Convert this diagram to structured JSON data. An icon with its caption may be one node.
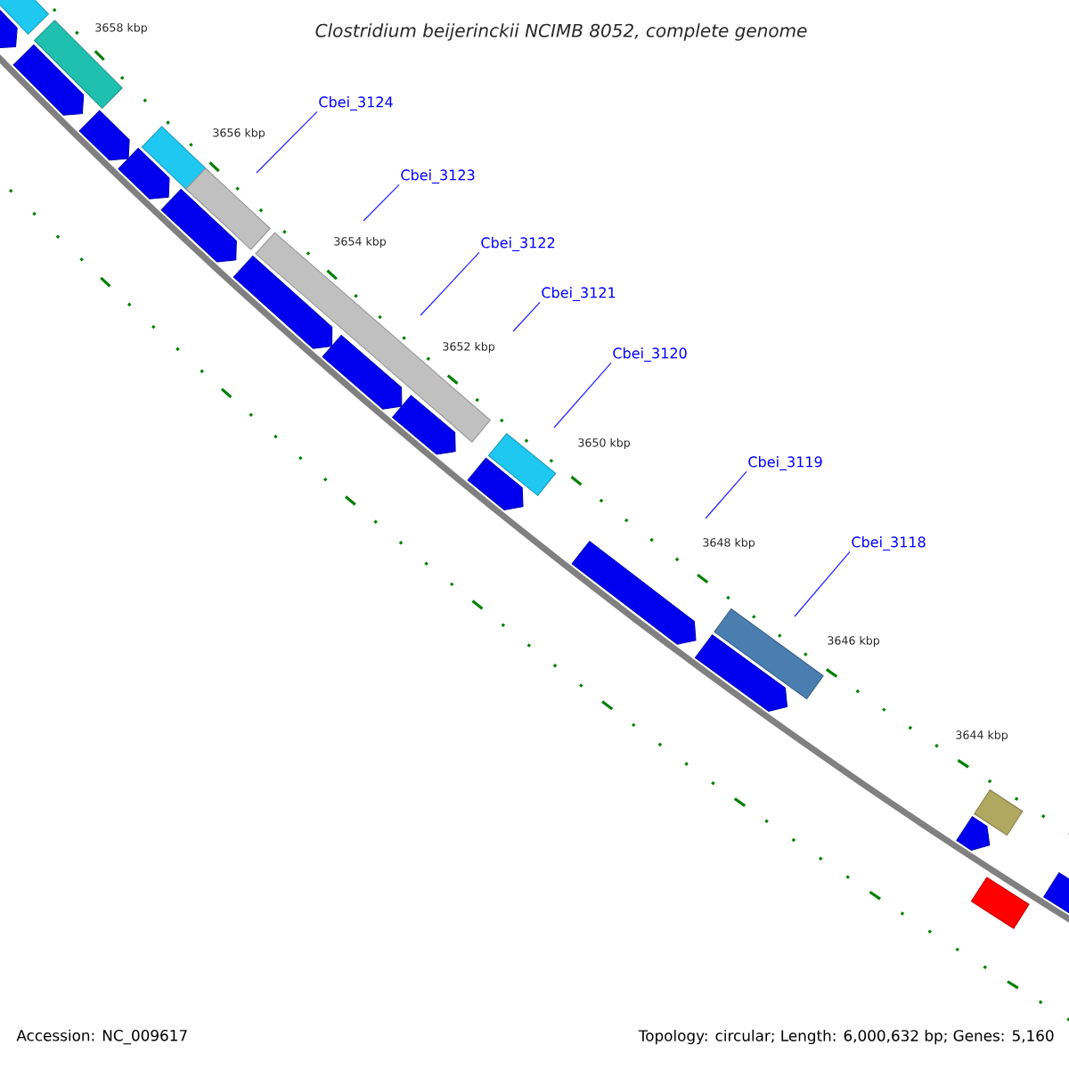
{
  "diagram": {
    "title": "Clostridium beijerinckii NCIMB 8052, complete genome",
    "nodes": [
      {
        "text": [
          "Cbei_3124"
        ]
      },
      {
        "text": [
          "Cbei_3123"
        ]
      },
      {
        "text": [
          "Cbei_3122"
        ]
      },
      {
        "text": [
          "Cbei_3121"
        ]
      },
      {
        "text": [
          "Cbei_3120"
        ]
      },
      {
        "text": [
          "Cbei_3119"
        ]
      },
      {
        "text": [
          "Cbei_3118"
        ]
      },
      {
        "text": [],
        "shape": "box"
      },
      {
        "text": [],
        "shape": "arrow"
      },
      {
        "text": [],
        "shape": "box"
      },
      {
        "text": [],
        "shape": "arrow"
      },
      {
        "text": [],
        "shape": "arrow"
      },
      {
        "text": [],
        "shape": "arrow"
      },
      {
        "text": [],
        "shape": "box"
      },
      {
        "text": [],
        "shape": "arrow"
      },
      {
        "text": [],
        "shape": "box"
      },
      {
        "text": [],
        "shape": "arrow"
      },
      {
        "text": [],
        "shape": "box"
      },
      {
        "text": [],
        "shape": "arrow"
      },
      {
        "text": [],
        "shape": "arrow"
      },
      {
        "text": [],
        "shape": "arrow"
      },
      {
        "text": [],
        "shape": "box"
      },
      {
        "text": [],
        "shape": "arrow"
      },
      {
        "text": [],
        "shape": "arrow"
      },
      {
        "text": [],
        "shape": "box"
      },
      {
        "text": [],
        "shape": "arrow"
      },
      {
        "text": [],
        "shape": "box"
      },
      {
        "text": [],
        "shape": "box"
      },
      {
        "text": [],
        "shape": "arrow"
      }
    ],
    "edges": [
      {
        "from": 0,
        "to": null,
        "arrow": "none"
      },
      {
        "from": 1,
        "to": null,
        "arrow": "none"
      },
      {
        "from": 2,
        "to": null,
        "arrow": "none"
      },
      {
        "from": 3,
        "to": null,
        "arrow": "none"
      },
      {
        "from": 4,
        "to": null,
        "arrow": "none"
      },
      {
        "from": 5,
        "to": null,
        "arrow": "none"
      },
      {
        "from": 6,
        "to": null,
        "arrow": "none"
      }
    ],
    "labels": [
      "3658 kbp",
      "3656 kbp",
      "3654 kbp",
      "3652 kbp",
      "3650 kbp",
      "3648 kbp",
      "3646 kbp",
      "3644 kbp",
      "Accession: NC_009617",
      "Topology: circular; Length: 6,000,632 bp; Genes: 5,160"
    ]
  }
}
